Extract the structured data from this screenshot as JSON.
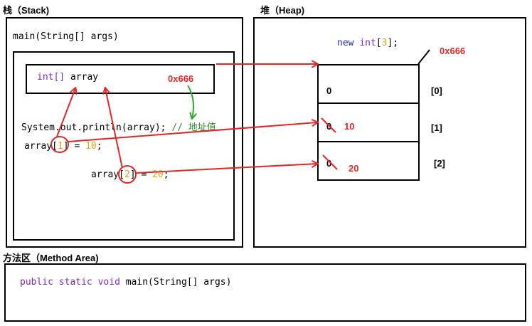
{
  "stack": {
    "title": "栈（Stack)",
    "frame": "main(String[] args)",
    "var_type": "int[]",
    "var_name": " array",
    "address": "0x666",
    "print_stmt": "System.out.println(array);",
    "comment": "// 地址值",
    "assign1": {
      "prefix": "array[",
      "index": "1",
      "suffix": "] = ",
      "value": "10",
      "end": ";"
    },
    "assign2": {
      "prefix": "array[",
      "index": "2",
      "suffix": "] = ",
      "value": "20",
      "end": ";"
    }
  },
  "heap": {
    "title": "堆（Heap)",
    "new_kw": "new",
    "new_type": "int",
    "new_open": "[",
    "new_size": "3",
    "new_close": "];",
    "address": "0x666",
    "cells": [
      {
        "default": "0",
        "new_value": "",
        "index_label": "[0]"
      },
      {
        "default": "0",
        "new_value": "10",
        "index_label": "[1]"
      },
      {
        "default": "0",
        "new_value": "20",
        "index_label": "[2]"
      }
    ]
  },
  "method_area": {
    "title": "方法区（Method Area)",
    "kw1": "public",
    "kw2": "static",
    "kw3": "void",
    "signature": "main(String[] args)"
  },
  "colors": {
    "arrow_red": "#e32626",
    "arrow_green": "#2ea82e",
    "keyword": "#7b2bbd",
    "number": "#e0a500",
    "comment": "#2e8b2e"
  }
}
